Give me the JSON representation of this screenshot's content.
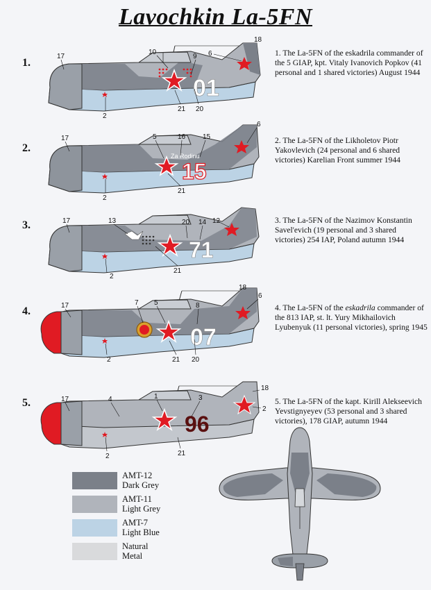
{
  "title": "Lavochkin La-5FN",
  "colors": {
    "dark_grey": "#7b8089",
    "light_grey": "#b0b4bb",
    "light_blue": "#bcd3e5",
    "natural_metal": "#d9dadc",
    "red": "#e01b23",
    "background": "#f4f5f8"
  },
  "profiles": [
    {
      "number": "1.",
      "caption": "1. The La-5FN of the eskadrila commander of the 5 GIAP, kpt. Vitaly Ivanovich Popkov (41 personal and 1 shared victories) August 1944",
      "tail_code": "01",
      "callouts": [
        "17",
        "10",
        "9",
        "6",
        "18",
        "2",
        "21",
        "20"
      ]
    },
    {
      "number": "2.",
      "caption": "2. The La-5FN of the Likholetov Piotr Yakovlevich (24 personal and 6 shared victories) Karelian Front summer 1944",
      "tail_code": "15",
      "callouts": [
        "17",
        "5",
        "16",
        "15",
        "6",
        "2",
        "21"
      ]
    },
    {
      "number": "3.",
      "caption": "3. The La-5FN of the Nazimov Konstantin Savel'evich (19 personal and 3 shared victories) 254 IAP, Poland autumn 1944",
      "tail_code": "71",
      "callouts": [
        "17",
        "13",
        "20",
        "14",
        "12",
        "2",
        "21"
      ]
    },
    {
      "number": "4.",
      "caption_before": "4. The La-5FN of the ",
      "caption_italic": "eskadrila",
      "caption_after": " commander of the 813 IAP, st. lt. Yury Mikhailovich Lyubenyuk (11 personal victories), spring 1945",
      "tail_code": "07",
      "callouts": [
        "17",
        "7",
        "5",
        "8",
        "18",
        "6",
        "2",
        "21",
        "20"
      ]
    },
    {
      "number": "5.",
      "caption": "5. The La-5FN of the kapt. Kirill Alekseevich Yevstignyeyev (53 personal and 3 shared victories), 178 GIAP, autumn 1944",
      "tail_code": "96",
      "callouts": [
        "17",
        "4",
        "1",
        "3",
        "18",
        "2",
        "2",
        "21"
      ]
    }
  ],
  "legend": [
    {
      "code": "AMT-12",
      "name": "Dark Grey"
    },
    {
      "code": "AMT-11",
      "name": "Light Grey"
    },
    {
      "code": "AMT-7",
      "name": "Light Blue"
    },
    {
      "code": "Natural",
      "name": "Metal"
    }
  ]
}
